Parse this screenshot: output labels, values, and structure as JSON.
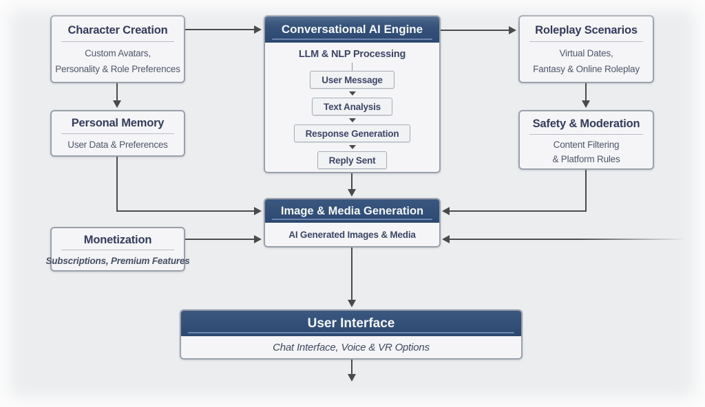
{
  "colors": {
    "canvas_bg": "#ecedef",
    "navy_header": "#2e4a74",
    "navy_rule": "#6d87ae",
    "box_bg": "#f5f5f7",
    "box_border": "#99a0ab",
    "title_text": "#343b5c",
    "subtitle_text": "#4e5669",
    "arrow": "#4a4a4a"
  },
  "nodes": {
    "character_creation": {
      "title": "Character Creation",
      "sub_line1": "Custom Avatars,",
      "sub_line2": "Personality & Role Preferences"
    },
    "engine": {
      "title": "Conversational AI Engine",
      "subtitle": "LLM & NLP Processing",
      "steps": [
        "User Message",
        "Text Analysis",
        "Response Generation",
        "Reply Sent"
      ]
    },
    "roleplay_scenarios": {
      "title": "Roleplay Scenarios",
      "sub_line1": "Virtual Dates,",
      "sub_line2": "Fantasy & Online Roleplay"
    },
    "personal_memory": {
      "title": "Personal Memory",
      "sub_line1": "User Data & Preferences"
    },
    "safety_moderation": {
      "title": "Safety & Moderation",
      "sub_line1": "Content Filtering",
      "sub_line2": "& Platform Rules"
    },
    "image_media_generation": {
      "title": "Image & Media Generation",
      "sub_line1": "AI Generated Images & Media"
    },
    "monetization": {
      "title": "Monetization",
      "sub_line1": "Subscriptions, Premium Features"
    },
    "user_interface": {
      "title": "User Interface",
      "sub_line1": "Chat Interface, Voice & VR Options"
    }
  }
}
